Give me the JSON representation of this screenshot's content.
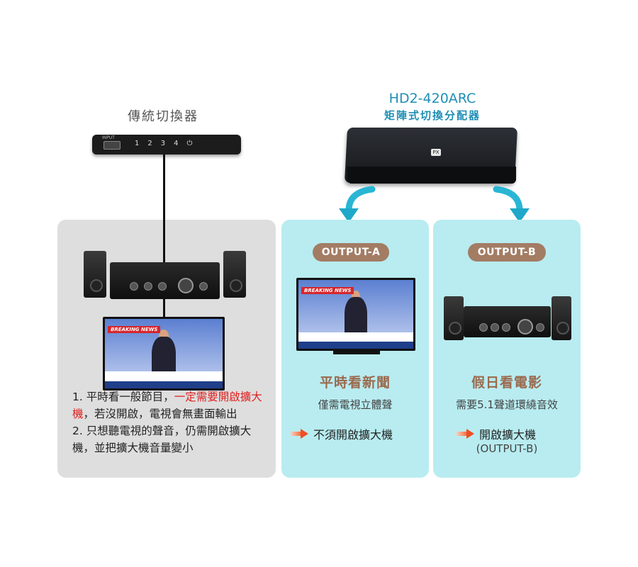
{
  "legacy": {
    "title": "傳統切換器",
    "port_label": "INPUT",
    "buttons": [
      "1",
      "2",
      "3",
      "4",
      "⏻"
    ]
  },
  "product": {
    "model": "HD2-420ARC",
    "subtitle": "矩陣式切換分配器",
    "logo": "PX"
  },
  "colors": {
    "accent": "#1e8fb5",
    "badge": "#a37c64",
    "panel_cyan": "#b8ecf0",
    "panel_gray": "#dedede",
    "highlight": "#e12020"
  },
  "gray_panel": {
    "item1_prefix": "1. 平時看一般節目，",
    "item1_red": "一定需要開啟擴大機",
    "item1_suffix": "，若沒開啟，電視會無畫面輸出",
    "item2": "2. 只想聽電視的聲音，仍需開啟擴大機，並把擴大機音量變小"
  },
  "output_a": {
    "badge": "OUTPUT-A",
    "heading": "平時看新聞",
    "sub": "僅需電視立體聲",
    "note": "不須開啟擴大機"
  },
  "output_b": {
    "badge": "OUTPUT-B",
    "heading": "假日看電影",
    "sub": "需要5.1聲道環繞音效",
    "note": "開啟擴大機",
    "note2": "(OUTPUT-B)"
  },
  "tv": {
    "banner": "BREAKING NEWS"
  }
}
